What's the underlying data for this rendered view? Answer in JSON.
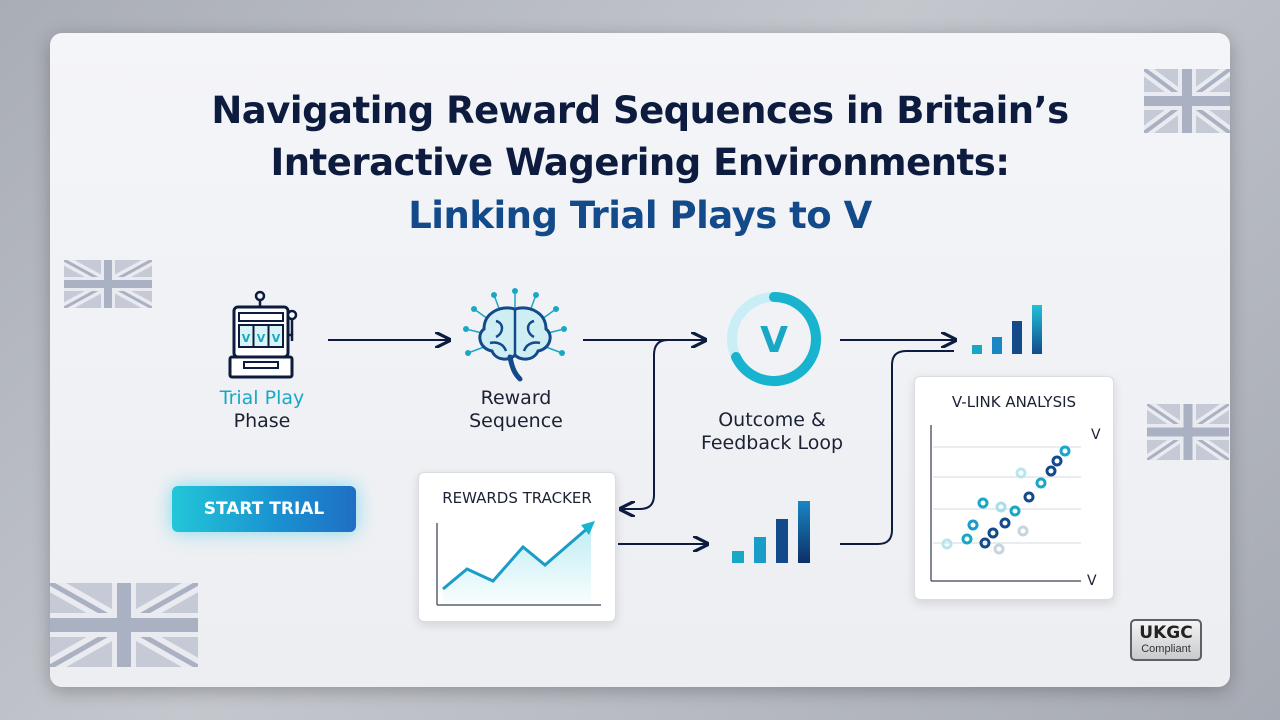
{
  "title": {
    "line1": "Navigating Reward Sequences in Britain’s",
    "line2": "Interactive Wagering Environments:",
    "line3": "Linking Trial Plays to V"
  },
  "steps": {
    "trial": {
      "line1": "Trial Play",
      "line2": "Phase"
    },
    "reward": {
      "line1": "Reward",
      "line2": "Sequence"
    },
    "outcome": {
      "line1": "Outcome &",
      "line2": "Feedback Loop",
      "ring_letter": "V"
    }
  },
  "start_button": "START TRIAL",
  "rewards_tracker": {
    "title": "REWARDS TRACKER"
  },
  "vlink": {
    "title": "V-LINK ANALYSIS",
    "y_axis_label": "V",
    "x_axis_label": "V"
  },
  "slot_reels": [
    "V",
    "V",
    "V"
  ],
  "badge": {
    "line1": "UKGC",
    "line2": "Compliant"
  },
  "colors": {
    "navy": "#0d1b3e",
    "teal": "#18a8c6",
    "blue": "#124a8a"
  }
}
